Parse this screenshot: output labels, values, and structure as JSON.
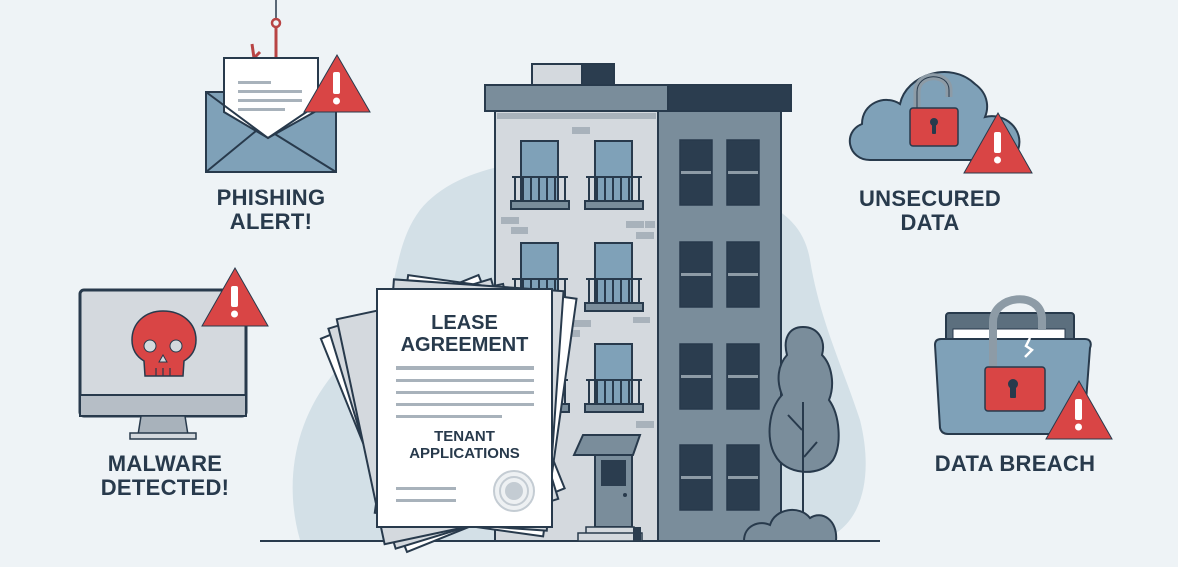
{
  "threats": {
    "phishing": {
      "label_line1": "PHISHING",
      "label_line2": "ALERT!",
      "icon": "envelope-fishhook-icon"
    },
    "malware": {
      "label_line1": "MALWARE",
      "label_line2": "DETECTED!",
      "icon": "monitor-skull-icon"
    },
    "unsecured": {
      "label_line1": "UNSECURED",
      "label_line2": "DATA",
      "icon": "cloud-unlocked-padlock-icon"
    },
    "breach": {
      "label": "DATA BREACH",
      "icon": "folder-broken-padlock-icon"
    }
  },
  "document": {
    "title_line1": "LEASE",
    "title_line2": "AGREEMENT",
    "subtitle_line1": "TENANT",
    "subtitle_line2": "APPLICATIONS"
  },
  "colors": {
    "background": "#eef3f6",
    "blob": "#d3e0e7",
    "alert_red": "#d94545",
    "navy": "#283a4c",
    "slate": "#7a8d9b",
    "steel_blue": "#7fa1b8",
    "light_wall": "#d4d9de"
  }
}
